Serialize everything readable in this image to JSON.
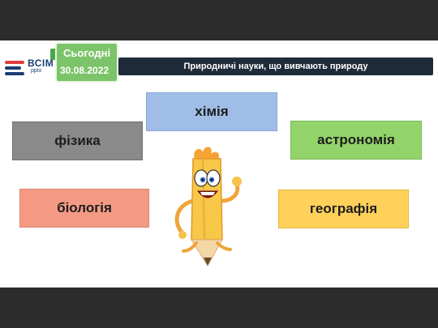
{
  "logo": {
    "text": "ВСІМ",
    "sub": "pptx"
  },
  "date_card": {
    "top": "Сьогодні",
    "date": "30.08.2022"
  },
  "header": {
    "title": "Природничі науки, що вивчають природу"
  },
  "boxes": {
    "chemistry": "хімія",
    "physics": "фізика",
    "astronomy": "астрономія",
    "biology": "біологія",
    "geography": "географія"
  },
  "colors": {
    "chemistry": "#9fbde6",
    "physics": "#8a8a8a",
    "astronomy": "#93d46a",
    "biology": "#f49a84",
    "geography": "#ffd05a",
    "date_card": "#7cc46a",
    "title_bar": "#1f2b3a"
  },
  "icons": {
    "logo": "vsim-logo-icon",
    "mascot": "pencil-mascot-icon"
  }
}
